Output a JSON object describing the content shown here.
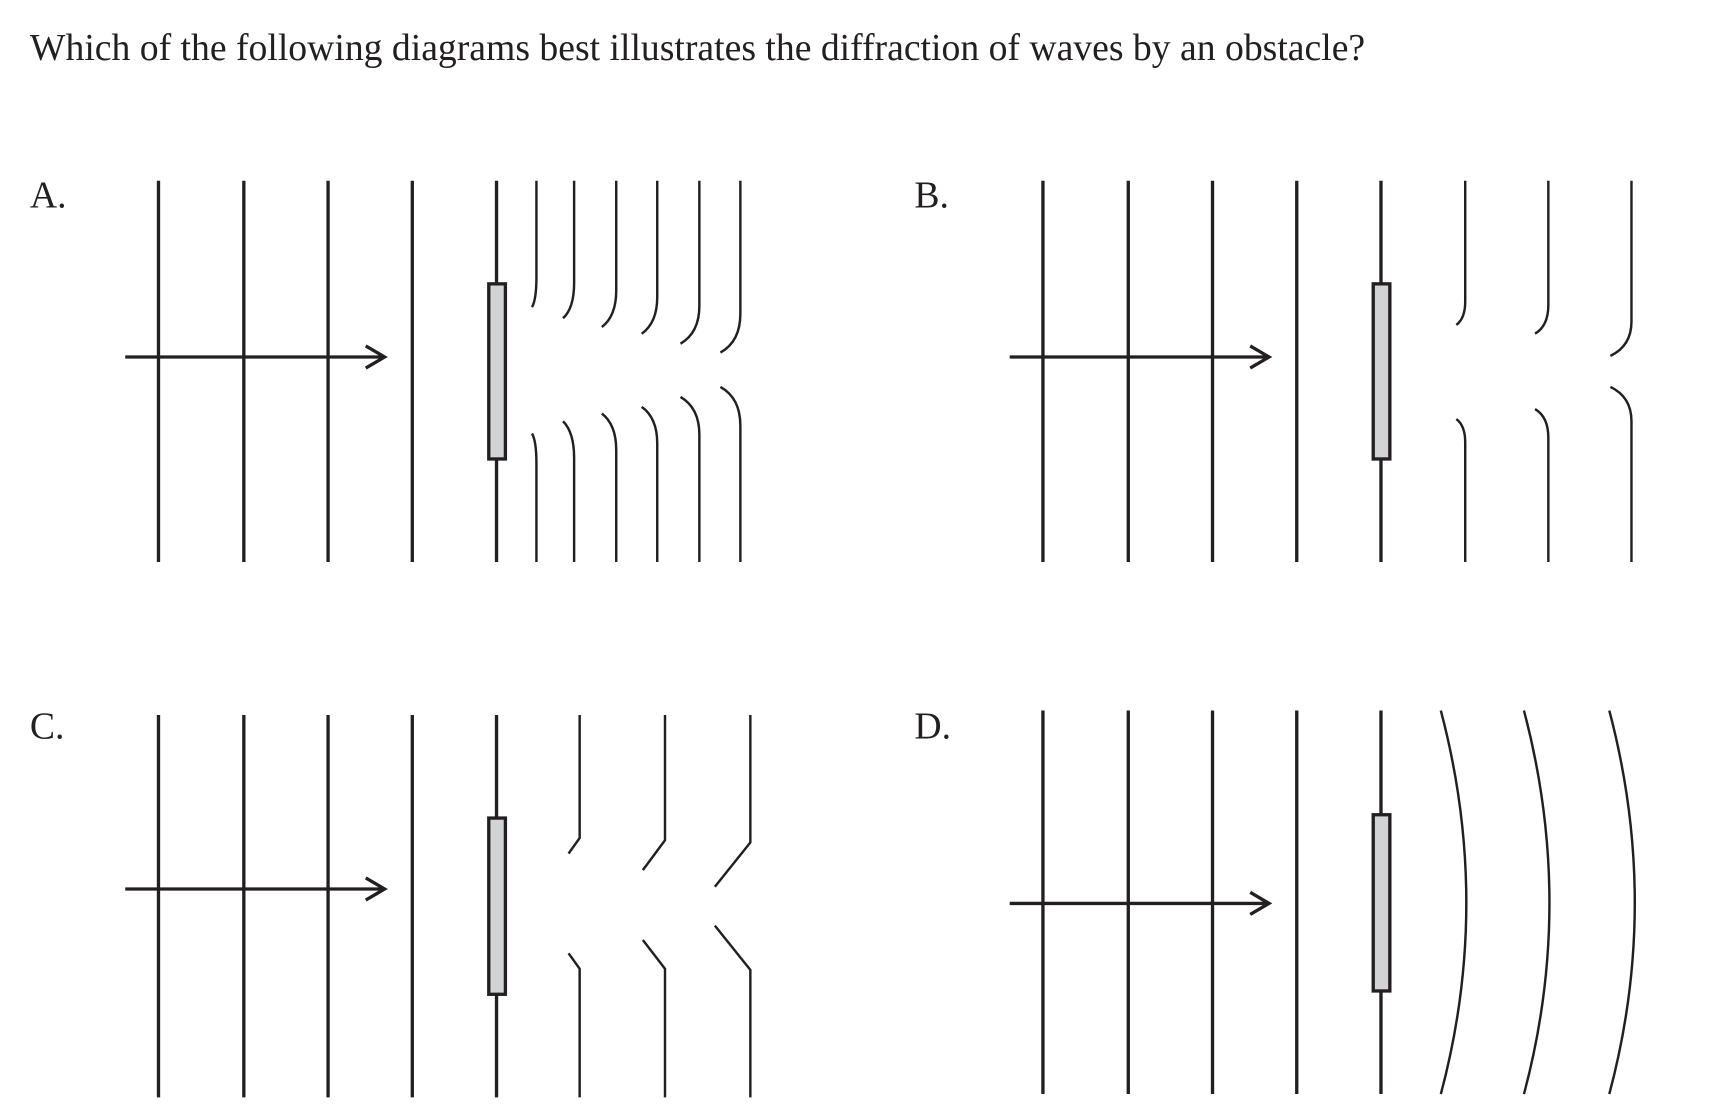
{
  "question": "Which of the following diagrams best illustrates the diffraction of waves by an obstacle?",
  "options": [
    {
      "label": "A."
    },
    {
      "label": "B."
    },
    {
      "label": "C."
    },
    {
      "label": "D."
    }
  ],
  "colors": {
    "ink": "#231f20",
    "obstacle": "#d1d3d4"
  }
}
